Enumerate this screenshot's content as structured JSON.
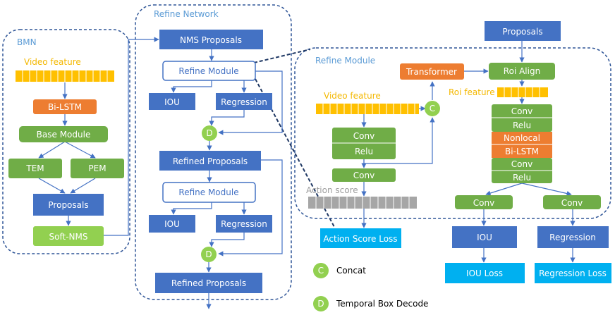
{
  "sections": {
    "bmn": "BMN",
    "refine_network": "Refine Network",
    "refine_module_detail": "Refine Module"
  },
  "bmn": {
    "video_feature": "Video feature",
    "bilstm": "Bi-LSTM",
    "base_module": "Base Module",
    "tem": "TEM",
    "pem": "PEM",
    "proposals": "Proposals",
    "soft_nms": "Soft-NMS"
  },
  "refine_network": {
    "nms_proposals": "NMS Proposals",
    "refine_module_1": "Refine Module",
    "iou_1": "IOU",
    "regression_1": "Regression",
    "decode_1": "D",
    "refined_proposals_1": "Refined Proposals",
    "refine_module_2": "Refine Module",
    "iou_2": "IOU",
    "regression_2": "Regression",
    "decode_2": "D",
    "refined_proposals_2": "Refined Proposals"
  },
  "refine_module": {
    "proposals": "Proposals",
    "transformer": "Transformer",
    "roi_align": "Roi Align",
    "roi_feature": "Roi feature",
    "video_feature": "Video feature",
    "concat": "C",
    "conv_relu_left_1": "Conv",
    "conv_relu_left_2": "Relu",
    "conv_left": "Conv",
    "action_score": "Action score",
    "right_conv1": "Conv",
    "right_relu1": "Relu",
    "nonlocal": "Nonlocal",
    "bilstm": "Bi-LSTM",
    "right_conv2": "Conv",
    "right_relu2": "Relu",
    "conv_iou": "Conv",
    "conv_reg": "Conv"
  },
  "outputs": {
    "action_score_loss": "Action Score Loss",
    "iou": "IOU",
    "regression": "Regression",
    "iou_loss": "IOU Loss",
    "regression_loss": "Regression Loss"
  },
  "legend": {
    "c_symbol": "C",
    "c_label": "Concat",
    "d_symbol": "D",
    "d_label": "Temporal Box Decode"
  },
  "colors": {
    "blue": "#4472c4",
    "green": "#70ad47",
    "light_green": "#92d050",
    "orange": "#ed7d31",
    "cyan": "#00b0f0",
    "yellow": "#ffc000",
    "gray": "#a6a6a6",
    "dashed_border": "#2f5597"
  }
}
